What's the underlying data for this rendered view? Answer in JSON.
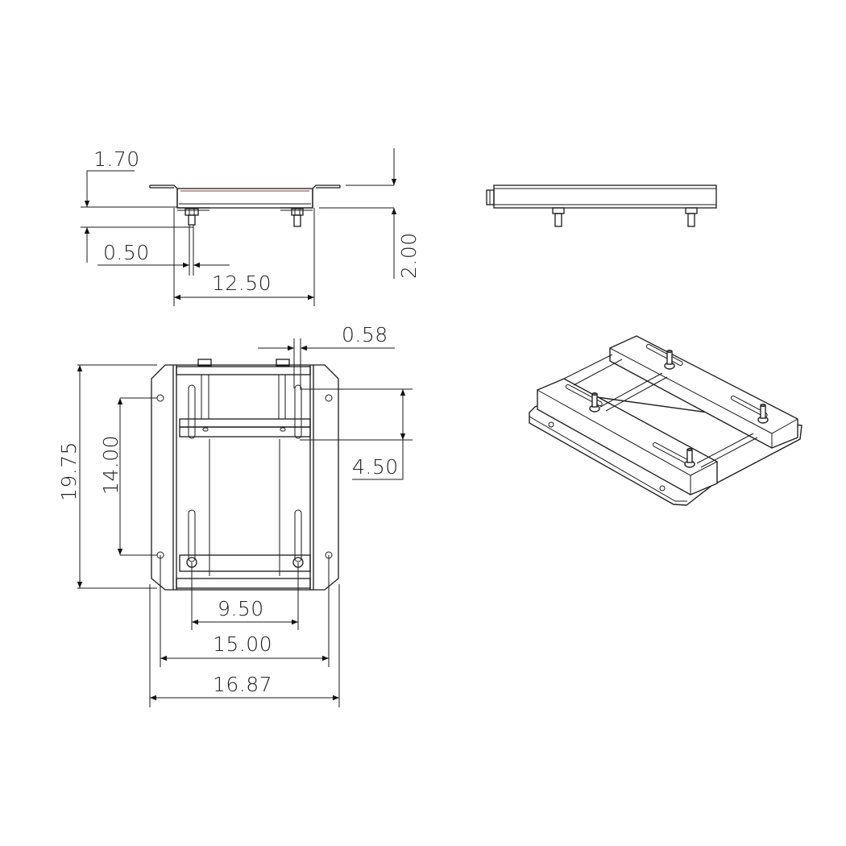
{
  "drawing": {
    "title": "Mounting bracket technical drawing",
    "views": [
      "front-view",
      "side-view",
      "top-view",
      "isometric-view"
    ]
  },
  "front_view": {
    "dims": {
      "flange_thickness": "1.70",
      "stud_diameter": "0.50",
      "inner_width": "12.50",
      "height": "2.00"
    }
  },
  "top_view": {
    "dims": {
      "slot_width": "0.58",
      "slot_length": "4.50",
      "overall_length": "19.75",
      "hole_spacing_vertical": "14.00",
      "stud_spacing": "9.50",
      "hole_spacing_horizontal": "15.00",
      "overall_width": "16.87"
    }
  }
}
